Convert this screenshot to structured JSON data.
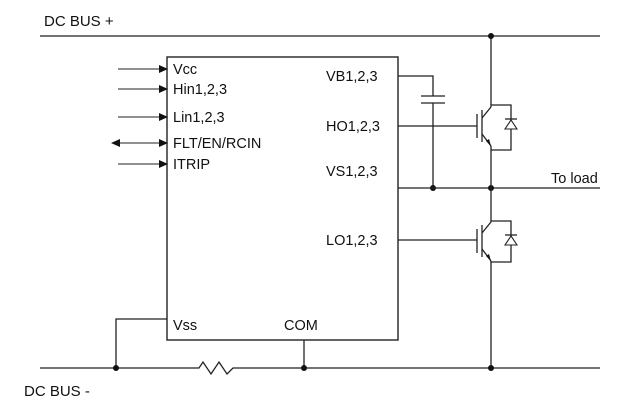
{
  "bus": {
    "positive": "DC BUS +",
    "negative": "DC BUS -"
  },
  "driver": {
    "left_pins": [
      "Vcc",
      "Hin1,2,3",
      "Lin1,2,3",
      "FLT/EN/RCIN",
      "ITRIP"
    ],
    "right_pins": [
      "VB1,2,3",
      "HO1,2,3",
      "VS1,2,3",
      "LO1,2,3"
    ],
    "bottom_pins": [
      "Vss",
      "COM"
    ]
  },
  "output": {
    "load_label": "To load"
  },
  "icons": {
    "high_side_switch": "igbt-with-diode-icon",
    "low_side_switch": "igbt-with-diode-icon",
    "bootstrap_capacitor": "capacitor-icon",
    "shunt_resistor": "resistor-icon"
  },
  "colors": {
    "line": "#222222",
    "text": "#111111",
    "background": "#ffffff"
  }
}
